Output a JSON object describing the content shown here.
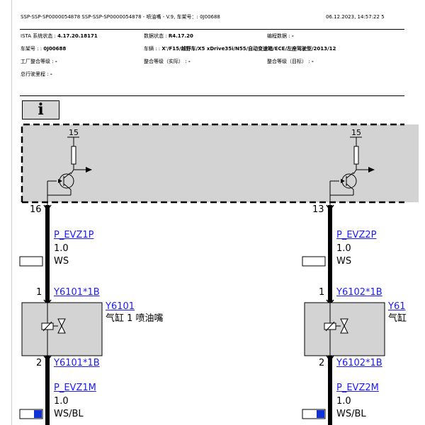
{
  "header": {
    "title": "SSP-SSP-SP0000054878 SSP-SSP-SP0000054878 - 喷油嘴 - V.9, 车架号：: 0J00688",
    "datetime": "06.12.2023, 14:57:22 5"
  },
  "info": {
    "ista_label": "ISTA 系统状态 : ",
    "ista_value": "4.17.20.18171",
    "data_label": "数据状态 : ",
    "data_value": "R4.17.20",
    "prog_label": "编程数据 : ",
    "prog_value": "-",
    "vin_label": "车架号 : : ",
    "vin_value": "0J00688",
    "vehicle_label": "车辆 : : ",
    "vehicle_value": "X'/F15/越野车/X5 xDrive35i/N55/自动变速箱/ECE/左座驾驶型/2013/12",
    "factory_label": "工厂整合等级 : ",
    "factory_value": "-",
    "integ_actual_label": "整合等级（实际） : ",
    "integ_actual_value": "-",
    "integ_target_label": "整合等级（目标） : ",
    "integ_target_value": "-",
    "mileage_label": "总行驶里程 : ",
    "mileage_value": "-"
  },
  "info_icon": "i",
  "diagram": {
    "left": {
      "supply_pin": "15",
      "conn_pin": "16",
      "wire1_name": "P_EVZ1P",
      "wire1_size": "1.0",
      "wire1_color": "WS",
      "pin_top": "1",
      "plug_top": "Y6101*1B",
      "component_id": "Y6101",
      "component_desc": "气缸 1 喷油嘴",
      "pin_bottom": "2",
      "plug_bottom": "Y6101*1B",
      "wire2_name": "P_EVZ1M",
      "wire2_size": "1.0",
      "wire2_color": "WS/BL"
    },
    "right": {
      "supply_pin": "15",
      "conn_pin": "13",
      "wire1_name": "P_EVZ2P",
      "wire1_size": "1.0",
      "wire1_color": "WS",
      "pin_top": "1",
      "plug_top": "Y6102*1B",
      "component_id": "Y61",
      "component_desc": "气缸",
      "pin_bottom": "2",
      "plug_bottom": "Y6102*1B",
      "wire2_name": "P_EVZ2M",
      "wire2_size": "1.0",
      "wire2_color": "WS/BL"
    }
  },
  "colors": {
    "wire_blue": "#1030d8",
    "panel_gray": "#d3d3d3",
    "link": "#1a1aff"
  }
}
